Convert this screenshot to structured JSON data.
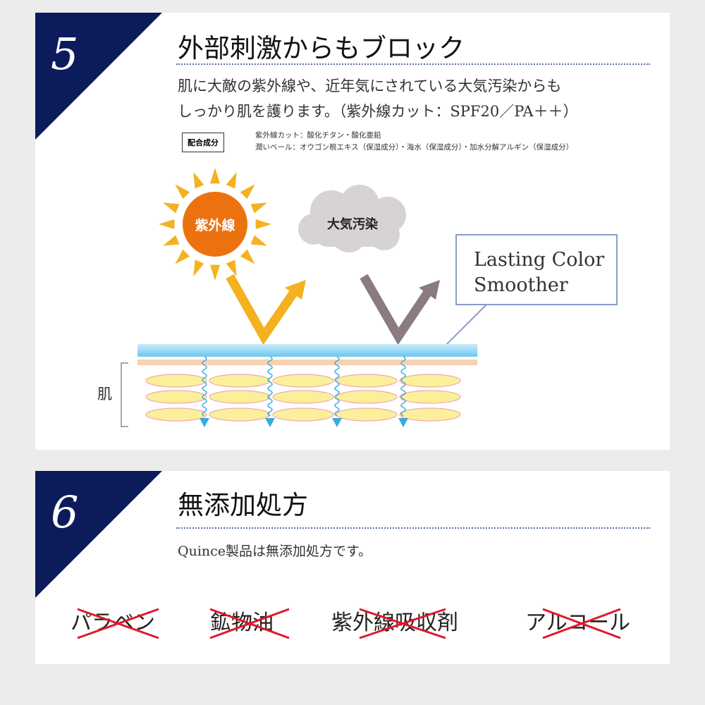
{
  "section5": {
    "number": "5",
    "title": "外部刺激からもブロック",
    "desc_line1": "肌に大敵の紫外線や、近年気にされている大気汚染からも",
    "desc_line2": "しっかり肌を護ります。（紫外線カット：SPF20／PA＋＋）",
    "badge": "配合成分",
    "ingredient1": "紫外線カット：酸化チタン・酸化亜鉛",
    "ingredient2": "潤いベール：オウゴン根エキス（保湿成分）・海水（保湿成分）・加水分解アルギン（保湿成分）",
    "diagram": {
      "sun_label": "紫外線",
      "cloud_label": "大気汚染",
      "product_line1": "Lasting Color",
      "product_line2": "Smoother",
      "skin_label": "肌"
    }
  },
  "section6": {
    "number": "6",
    "title": "無添加処方",
    "desc": "Quince製品は無添加処方です。",
    "items": [
      "パラベン",
      "鉱物油",
      "紫外線吸収剤",
      "アルコール"
    ]
  },
  "colors": {
    "navy": "#0c1b5c",
    "sun": "#ec7210",
    "ray": "#f4b120",
    "cross": "#e0182d"
  }
}
